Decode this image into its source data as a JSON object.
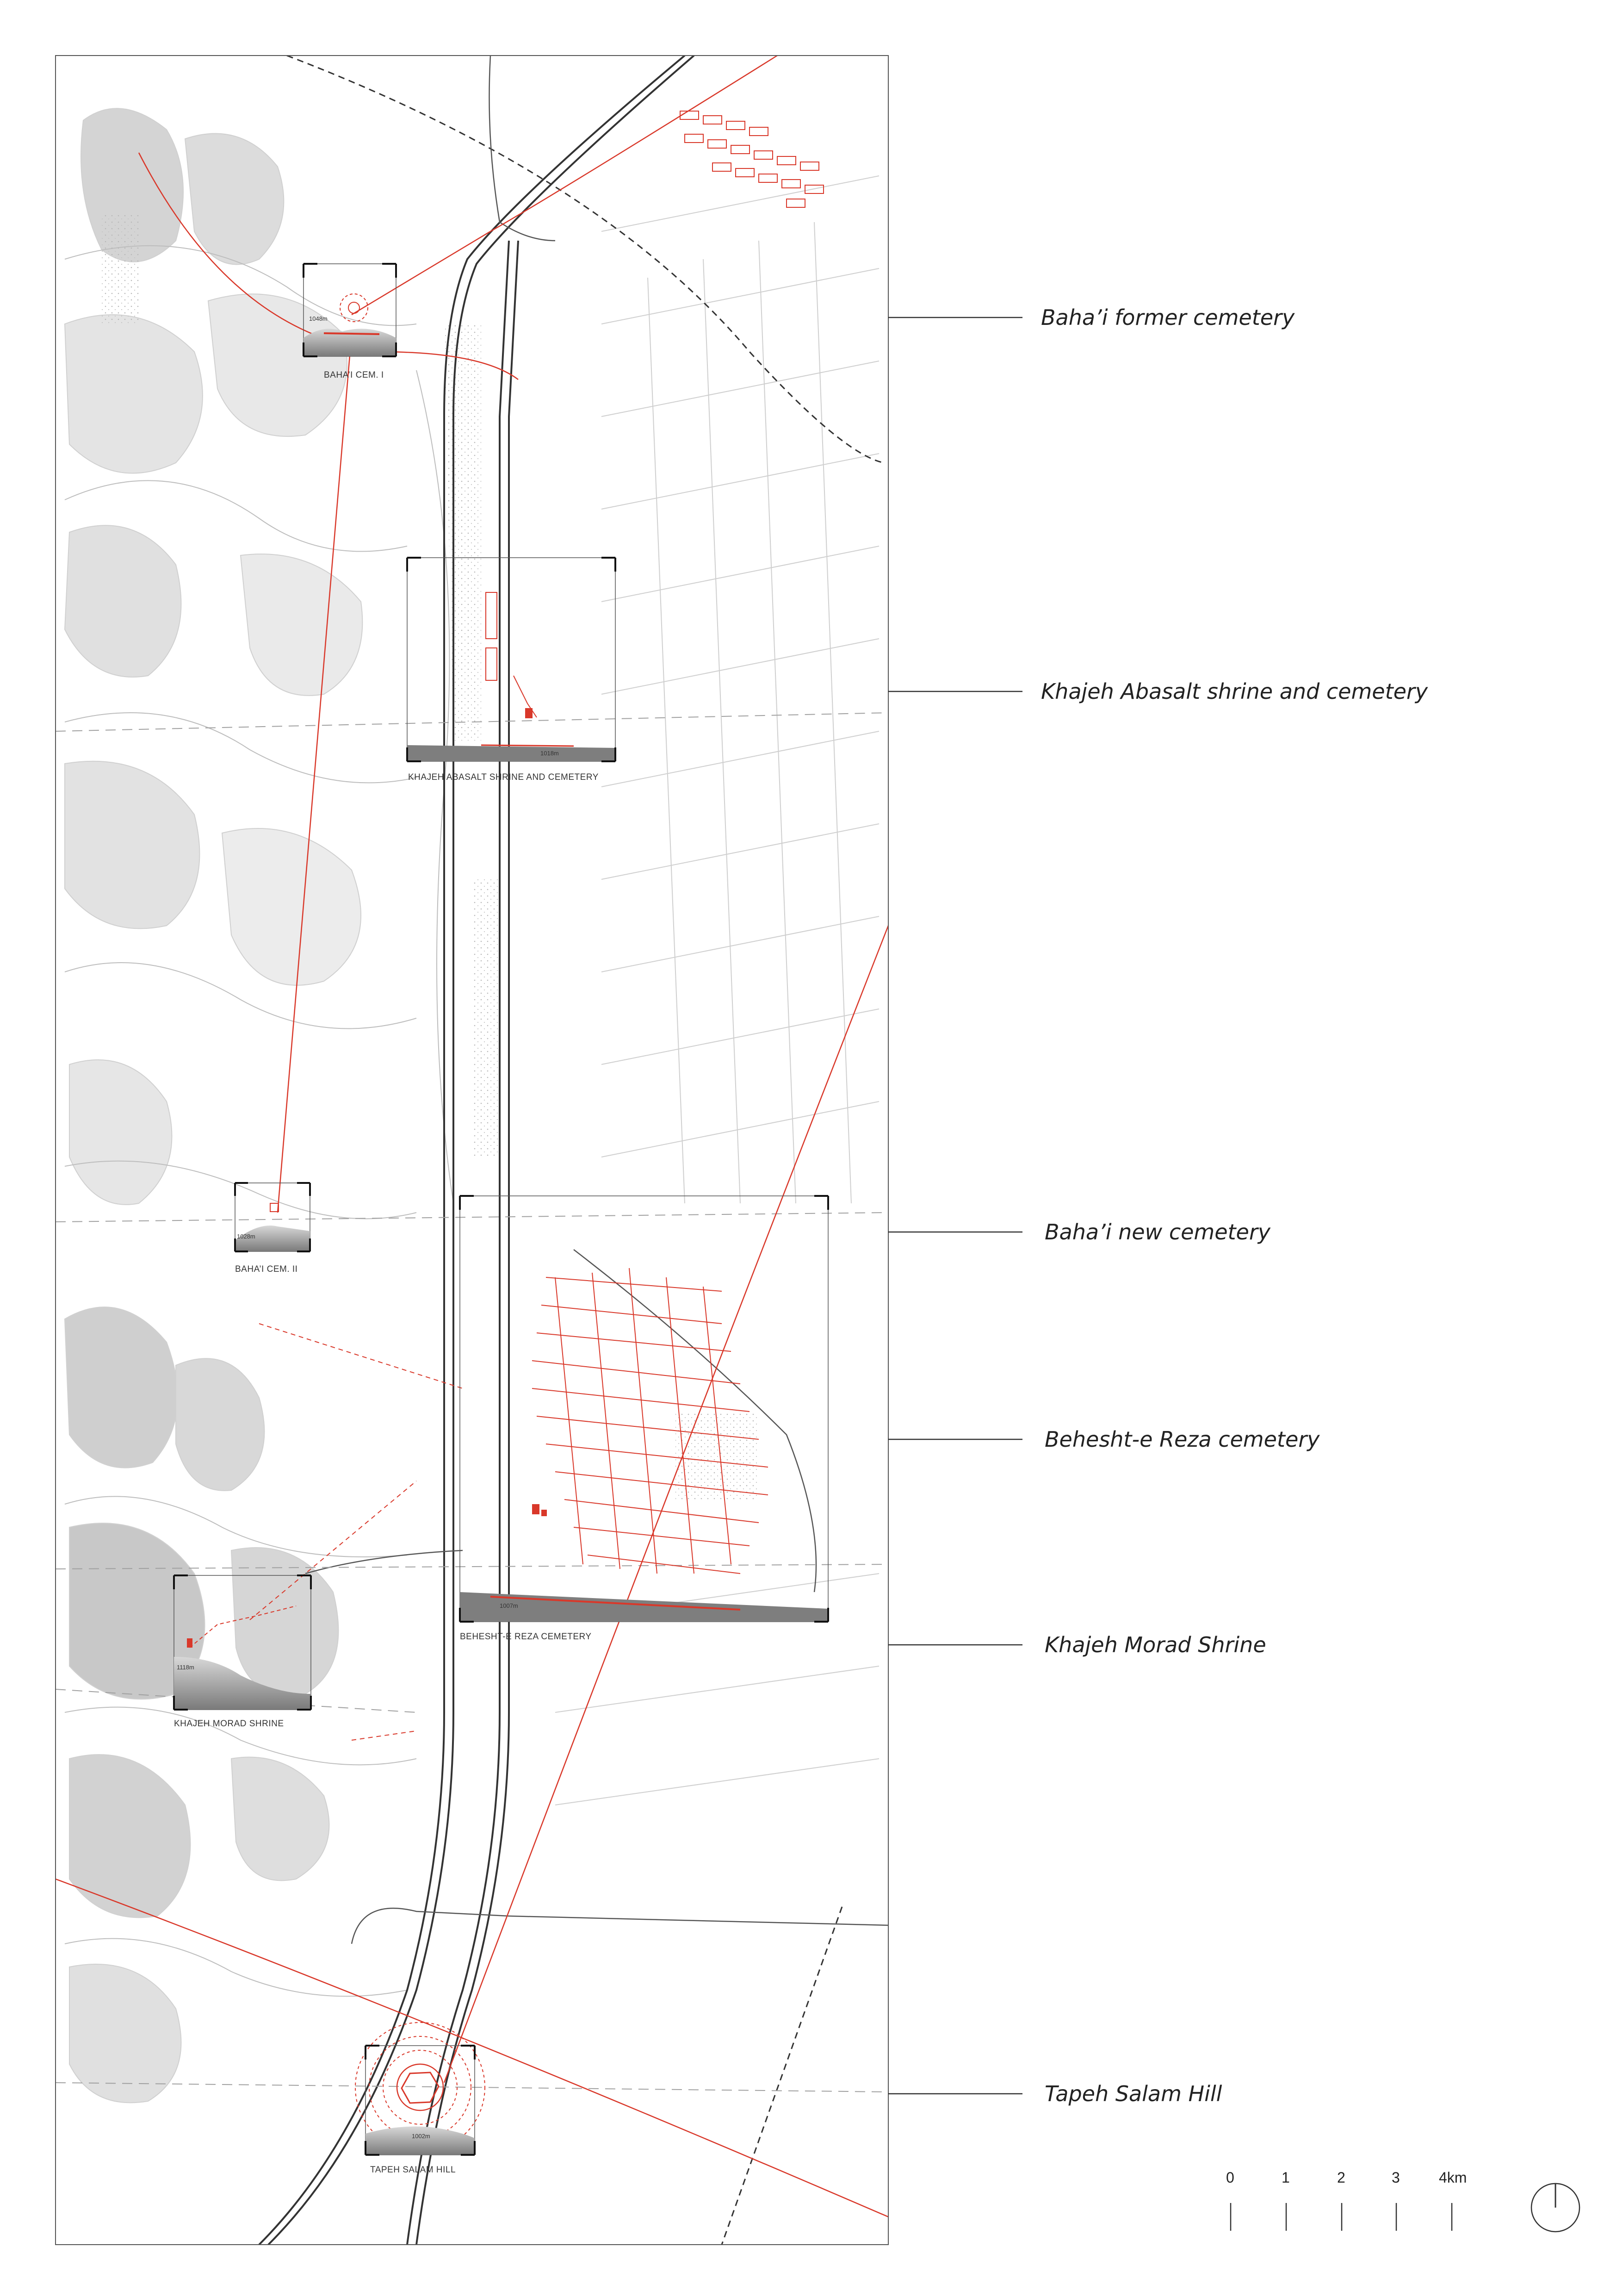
{
  "callouts": [
    {
      "label": "Baha’i former cemetery"
    },
    {
      "label": "Khajeh Abasalt shrine and cemetery"
    },
    {
      "label": "Baha’i new cemetery"
    },
    {
      "label": "Behesht-e Reza cemetery"
    },
    {
      "label": "Khajeh Morad Shrine"
    },
    {
      "label": "Tapeh Salam Hill"
    }
  ],
  "insets": [
    {
      "label": "BAHA’I CEM. I",
      "elevation": "1048m"
    },
    {
      "label": "KHAJEH ABASALT SHRINE AND CEMETERY",
      "elevation": "1018m"
    },
    {
      "label": "BAHA’I CEM. II",
      "elevation": "1028m"
    },
    {
      "label": "BEHESHT-E REZA CEMETERY",
      "elevation": "1007m"
    },
    {
      "label": "KHAJEH MORAD SHRINE",
      "elevation": "1118m"
    },
    {
      "label": "TAPEH SALAM HILL",
      "elevation": "1002m"
    }
  ],
  "scale_bar": {
    "ticks": [
      "0",
      "1",
      "2",
      "3",
      "4km"
    ]
  },
  "colors": {
    "accent": "#d9382a",
    "ink": "#222222",
    "terrain": "#cfcfcf",
    "frame": "#555555"
  },
  "icons": {
    "north_arrow": "north-arrow-icon"
  }
}
